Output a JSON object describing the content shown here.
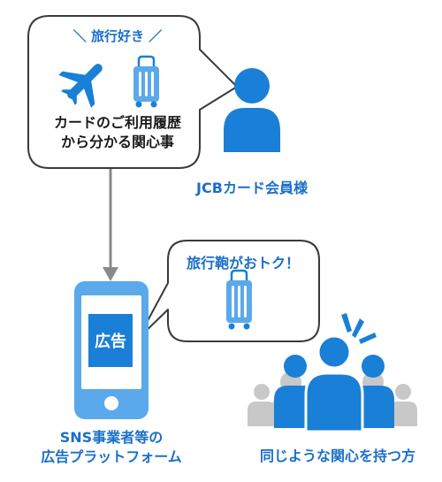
{
  "bubble_top": {
    "tag": "＼ 旅行好き ／",
    "line1": "カードのご利用履歴",
    "line2": "から分かる関心事",
    "icons": [
      "airplane-icon",
      "suitcase-icon"
    ]
  },
  "member": {
    "label": "JCBカード会員様",
    "icon": "person-icon"
  },
  "bubble_ad": {
    "text": "旅行鞄がおトク！",
    "icon": "suitcase-icon"
  },
  "phone": {
    "ad_label": "広告",
    "caption_line1": "SNS事業者等の",
    "caption_line2": "広告プラットフォーム"
  },
  "crowd": {
    "label": "同じような関心を持つ方",
    "icon": "people-group-icon"
  },
  "colors": {
    "blue": "#1a7fd6",
    "light_blue": "#5aa9ea",
    "gray": "#c4c4c4",
    "dark_text": "#1a1a1a",
    "label_blue": "#1a6fc9"
  }
}
